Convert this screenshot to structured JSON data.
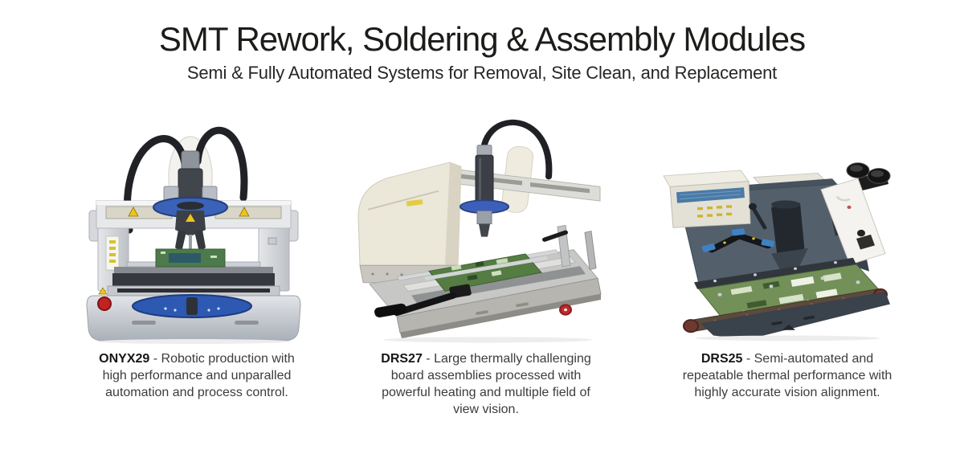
{
  "header": {
    "title": "SMT Rework, Soldering & Assembly Modules",
    "subtitle": "Semi & Fully Automated Systems for Removal, Site Clean, and Replacement"
  },
  "products": [
    {
      "name": "ONYX29",
      "tagline": " - Robotic production with high performance and unparalled automation and process control.",
      "image": "onyx29-robotic-rework-station-front-view"
    },
    {
      "name": "DRS27",
      "tagline": " - Large thermally challenging board assemblies processed with powerful heating and multiple field of view vision.",
      "image": "drs27-benchtop-rework-system-angled-view"
    },
    {
      "name": "DRS25",
      "tagline": " - Semi-automated and repeatable thermal performance with highly accurate vision alignment.",
      "image": "drs25-rework-system-with-binocular-microscope"
    }
  ],
  "colors": {
    "background": "#ffffff",
    "heading_text": "#1c1c1a",
    "caption_text": "#3c3c3a",
    "accent_blue_ring": "#3a62b8",
    "control_oval_blue": "#2d59b2",
    "pcb_green": "#547c43",
    "estop_red": "#c32222",
    "machine_gray": "#c9cbd0",
    "cream_housing": "#ebe7d9",
    "slate_body": "#53606c",
    "warning_yellow": "#f0c419"
  }
}
